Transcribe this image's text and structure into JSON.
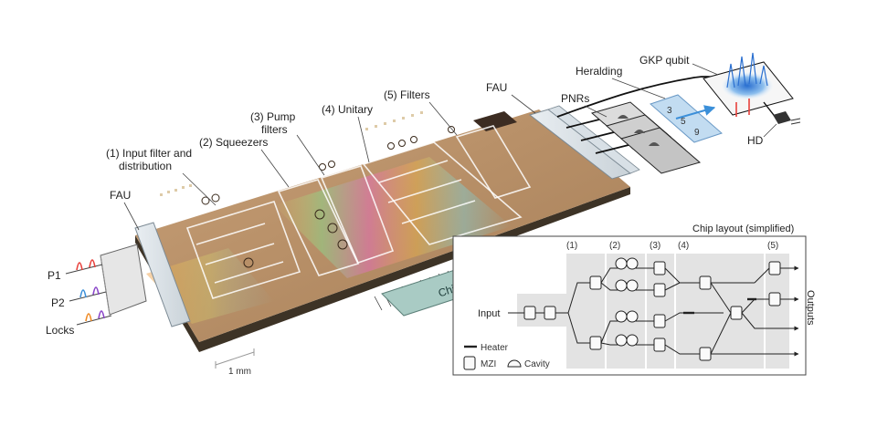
{
  "labels": {
    "fau_left": "FAU",
    "input_filter_line1": "(1) Input filter and",
    "input_filter_line2": "distribution",
    "squeezers": "(2) Squeezers",
    "pump_filters_line1": "(3) Pump",
    "pump_filters_line2": "filters",
    "unitary": "(4) Unitary",
    "filters": "(5) Filters",
    "fau_right": "FAU",
    "pnrs": "PNRs",
    "heralding": "Heralding",
    "gkp_qubit": "GKP qubit",
    "hd": "HD",
    "chip_control": "Chip control",
    "scale_bar": "1 mm",
    "p1": "P1",
    "p2": "P2",
    "locks": "Locks"
  },
  "inset": {
    "title": "Chip layout (simplified)",
    "section_1": "(1)",
    "section_2": "(2)",
    "section_3": "(3)",
    "section_4": "(4)",
    "section_5": "(5)",
    "input": "Input",
    "outputs": "Outputs",
    "legend_heater": "Heater",
    "legend_mzi": "MZI",
    "legend_cavity": "Cavity"
  },
  "colors": {
    "chip_base": "#b9936a",
    "chip_edge": "#3d3326",
    "chip_control": "#a9cbc4",
    "heralding_box": "#bcd9f0",
    "inset_shade": "#e3e3e3",
    "pulse_red": "#e8413c",
    "pulse_blue": "#3b8fd9",
    "pulse_purple": "#8a45c9",
    "pulse_orange": "#f08a24"
  }
}
